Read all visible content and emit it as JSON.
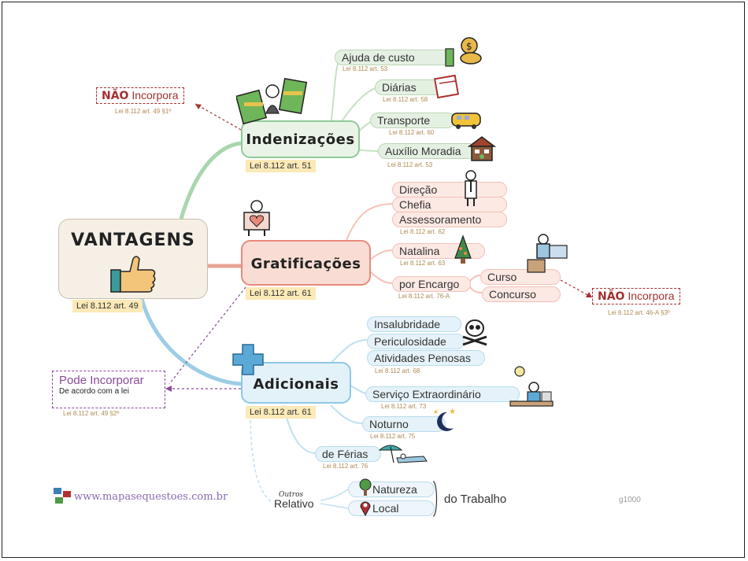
{
  "root": {
    "title": "VANTAGENS",
    "law": "Lei 8.112 art. 49"
  },
  "indenizacoes": {
    "title": "Indenizações",
    "law": "Lei 8.112 art. 51",
    "nao": {
      "strong": "NÃO",
      "rest": "Incorpora",
      "law": "Lei 8.112 art. 49 §1º"
    },
    "items": [
      {
        "label": "Ajuda de custo",
        "law": "Lei 8.112 art. 53"
      },
      {
        "label": "Diárias",
        "law": "Lei 8.112 art. 58"
      },
      {
        "label": "Transporte",
        "law": "Lei 8.112 art. 60"
      },
      {
        "label": "Auxílio Moradia",
        "law": "Lei 8.112 art. 53"
      }
    ]
  },
  "gratificacoes": {
    "title": "Gratificações",
    "law": "Lei 8.112 art. 61",
    "group1": [
      "Direção",
      "Chefia",
      "Assessoramento"
    ],
    "group1_law": "Lei 8.112 art. 62",
    "natalina": {
      "label": "Natalina",
      "law": "Lei 8.112 art. 63"
    },
    "encargo": {
      "label": "por Encargo",
      "law": "Lei 8.112 art. 76-A",
      "subs": [
        "Curso",
        "Concurso"
      ]
    },
    "nao": {
      "strong": "NÃO",
      "rest": "Incorpora",
      "law": "Lei 8.112 art. 46-A §3º"
    }
  },
  "adicionais": {
    "title": "Adicionais",
    "law": "Lei 8.112 art. 61",
    "group1": [
      "Insalubridade",
      "Periculosidade",
      "Atividades Penosas"
    ],
    "group1_law": "Lei 8.112 art. 68",
    "servico": {
      "label": "Serviço Extraordinário",
      "law": "Lei 8.112 art. 73"
    },
    "noturno": {
      "label": "Noturno",
      "law": "Lei 8.112 art. 75"
    },
    "ferias": {
      "label": "de Férias",
      "law": "Lei 8.112 art. 76"
    },
    "outros": {
      "small": "Outros",
      "label": "Relativo",
      "subs": [
        "Natureza",
        "Local"
      ],
      "suffix": "do Trabalho"
    }
  },
  "pode": {
    "title": "Pode Incorporar",
    "subtitle": "De acordo com a lei",
    "law": "Lei 8.112 art. 49 §2º"
  },
  "footer": {
    "site": "www.mapasequestoes.com.br",
    "code": "g1000"
  },
  "colors": {
    "green": "#8fc99a",
    "red": "#e8897a",
    "blue": "#8ec8e6",
    "nao": "#a23030",
    "pode": "#8a4a9a"
  }
}
